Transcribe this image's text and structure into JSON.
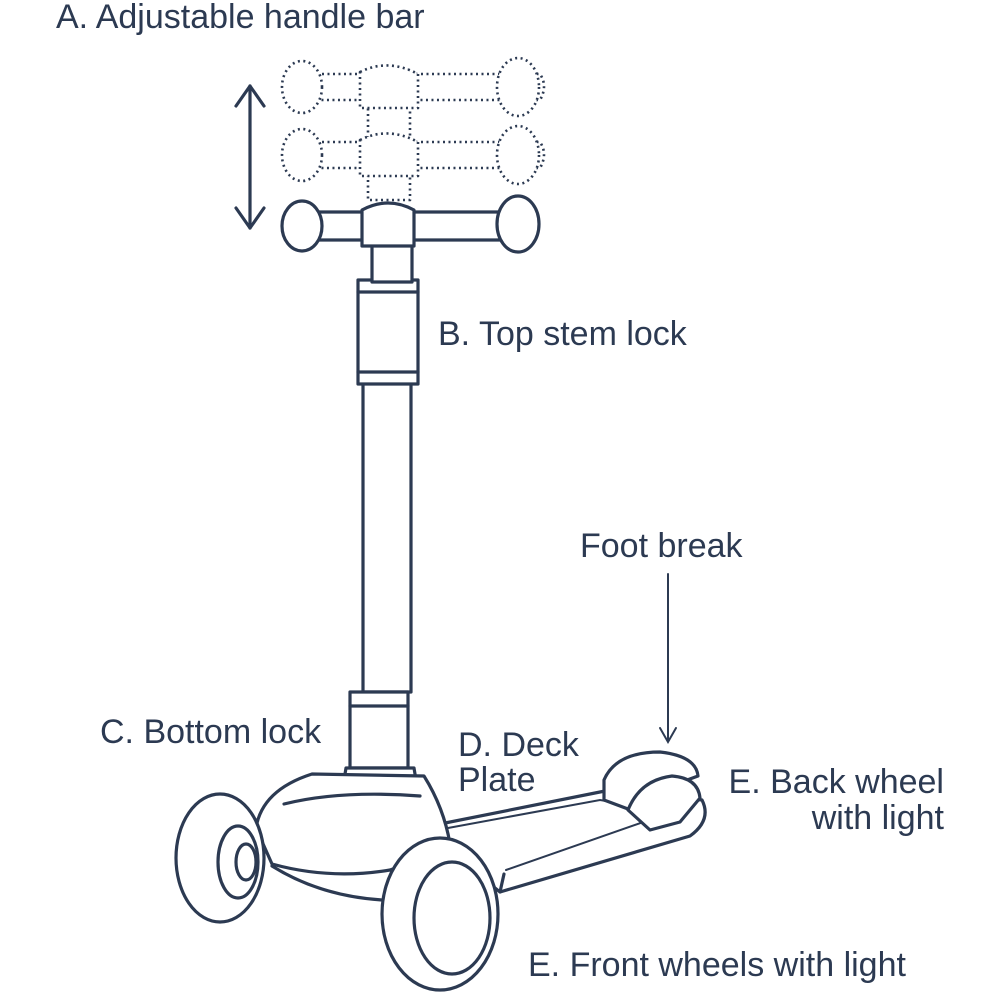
{
  "labels": {
    "handle_bar": "A. Adjustable handle bar",
    "top_stem_lock": "B. Top stem lock",
    "foot_break": "Foot break",
    "bottom_lock": "C. Bottom lock",
    "deck_plate_line1": "D. Deck",
    "deck_plate_line2": "Plate",
    "back_wheel_line1": "E. Back wheel",
    "back_wheel_line2": "with light",
    "front_wheels": "E. Front wheels with light"
  },
  "colors": {
    "line": "#2c3a52",
    "background": "#ffffff"
  }
}
